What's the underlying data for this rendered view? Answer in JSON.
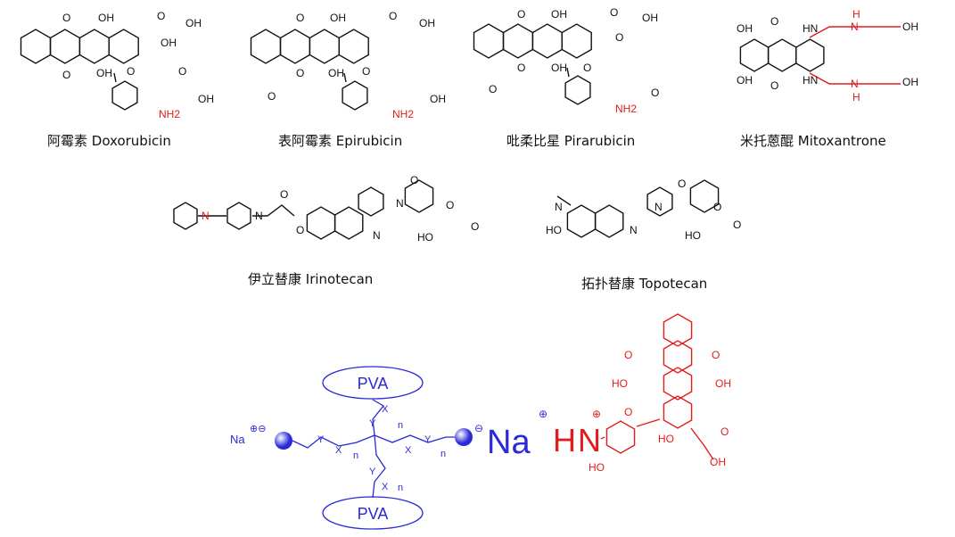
{
  "molecules": {
    "doxorubicin": {
      "caption": "阿霉素 Doxorubicin",
      "atoms": [
        "O",
        "OH",
        "O",
        "OH",
        "OH",
        "O",
        "OH",
        "O",
        "O",
        "NH2",
        "OH"
      ]
    },
    "epirubicin": {
      "caption": "表阿霉素 Epirubicin",
      "atoms": [
        "O",
        "OH",
        "O",
        "OH",
        "O",
        "OH",
        "O",
        "O",
        "NH2",
        "OH"
      ]
    },
    "pirarubicin": {
      "caption": "吡柔比星 Pirarubicin",
      "atoms": [
        "O",
        "OH",
        "O",
        "OH",
        "O",
        "OH",
        "O",
        "O",
        "NH2",
        "O",
        "O"
      ]
    },
    "mitoxantrone": {
      "caption": "米托蒽醌 Mitoxantrone",
      "atoms": [
        "OH",
        "O",
        "HN",
        "H",
        "N",
        "OH",
        "OH",
        "O",
        "HN",
        "N",
        "H",
        "OH"
      ]
    },
    "irinotecan": {
      "caption": "伊立替康 Irinotecan",
      "atoms": [
        "N",
        "N",
        "O",
        "O",
        "N",
        "N",
        "O",
        "O",
        "HO",
        "O"
      ]
    },
    "topotecan": {
      "caption": "拓扑替康 Topotecan",
      "atoms": [
        "N",
        "HO",
        "N",
        "N",
        "O",
        "O",
        "HO",
        "O"
      ]
    }
  },
  "conjugate": {
    "pva_top": "PVA",
    "pva_bottom": "PVA",
    "na_left": "Na",
    "na_big": "Na",
    "h_red": "H",
    "n_red": "N",
    "x": "X",
    "y": "Y",
    "n": "n",
    "dox_atoms": [
      "O",
      "O",
      "HO",
      "OH",
      "O",
      "HO",
      "HO",
      "O",
      "OH"
    ]
  },
  "colors": {
    "polymer": "#2a2ad8",
    "drug": "#e41b1b",
    "text": "#111111"
  }
}
